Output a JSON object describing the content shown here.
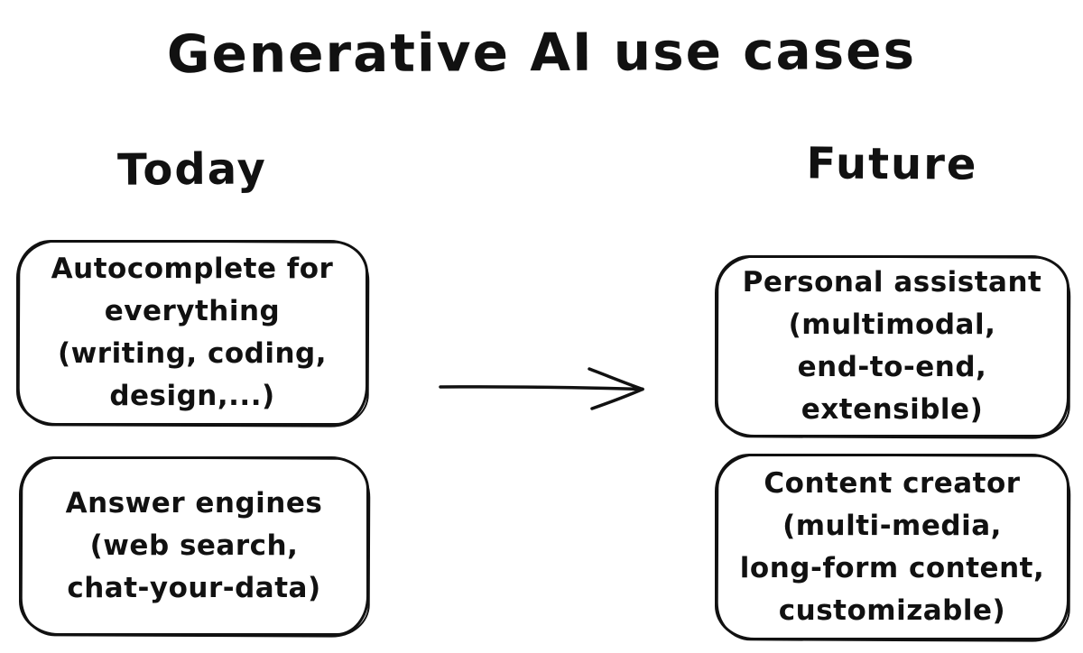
{
  "title": "Generative AI use cases",
  "today": {
    "label": "Today",
    "box1_text": "Autocomplete for\neverything\n(writing, coding,\ndesign,...)",
    "box2_text": "Answer engines\n(web search,\nchat-your-data)"
  },
  "future": {
    "label": "Future",
    "box1_text": "Personal assistant\n(multimodal,\nend-to-end,\nextensible)",
    "box2_text": "Content creator\n(multi-media,\nlong-form content,\ncustomizable)"
  },
  "arrow": {
    "from": "Today",
    "to": "Future",
    "direction": "right"
  },
  "colors": {
    "ink": "#111111",
    "background": "#ffffff"
  }
}
